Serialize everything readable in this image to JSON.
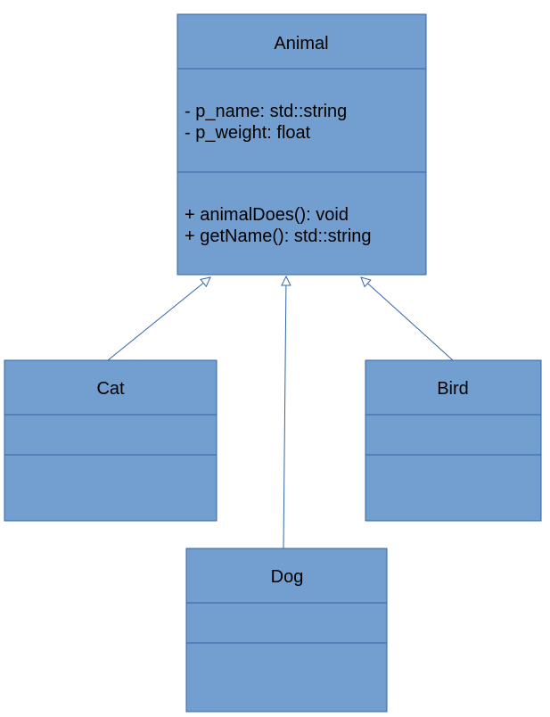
{
  "colors": {
    "class_fill": "#729FCF",
    "class_stroke": "#3465A4",
    "connector": "#3465A4",
    "text": "#000000"
  },
  "classes": {
    "animal": {
      "name": "Animal",
      "attributes": [
        "- p_name: std::string",
        "- p_weight: float"
      ],
      "operations": [
        "+ animalDoes(): void",
        "+ getName(): std::string"
      ]
    },
    "cat": {
      "name": "Cat",
      "attributes": [],
      "operations": []
    },
    "bird": {
      "name": "Bird",
      "attributes": [],
      "operations": []
    },
    "dog": {
      "name": "Dog",
      "attributes": [],
      "operations": []
    }
  },
  "relationships": [
    {
      "type": "generalization",
      "from": "Cat",
      "to": "Animal"
    },
    {
      "type": "generalization",
      "from": "Dog",
      "to": "Animal"
    },
    {
      "type": "generalization",
      "from": "Bird",
      "to": "Animal"
    }
  ]
}
